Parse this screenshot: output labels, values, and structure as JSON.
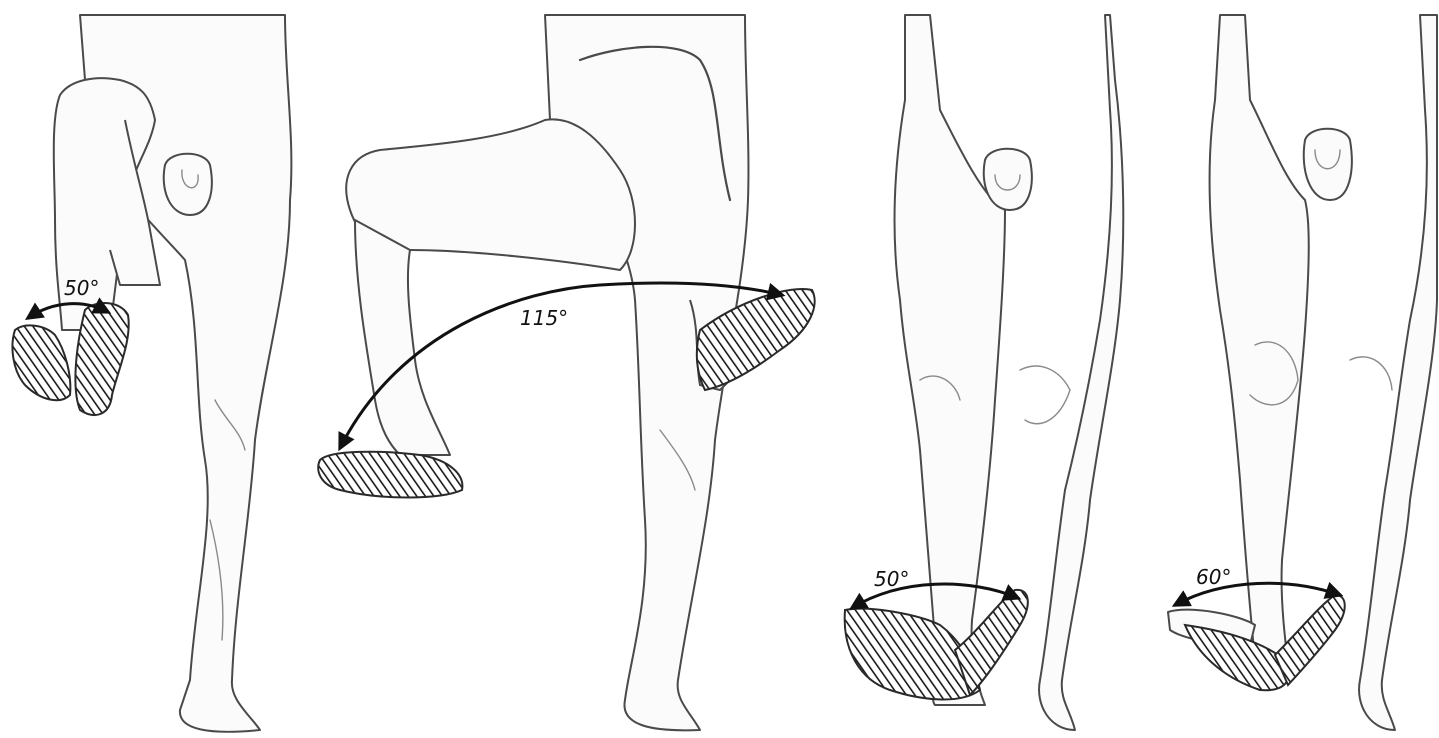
{
  "figures": [
    {
      "id": "knee-flexion-rotation",
      "angle_label": "50°"
    },
    {
      "id": "hip-flexion-rotation",
      "angle_label": "115°"
    },
    {
      "id": "standing-foot-rotation",
      "angle_label": "50°"
    },
    {
      "id": "standing-foot-rotation-2",
      "angle_label": "60°"
    }
  ],
  "colors": {
    "line": "#4a4a4a",
    "arrow": "#111111",
    "background": "#ffffff"
  }
}
